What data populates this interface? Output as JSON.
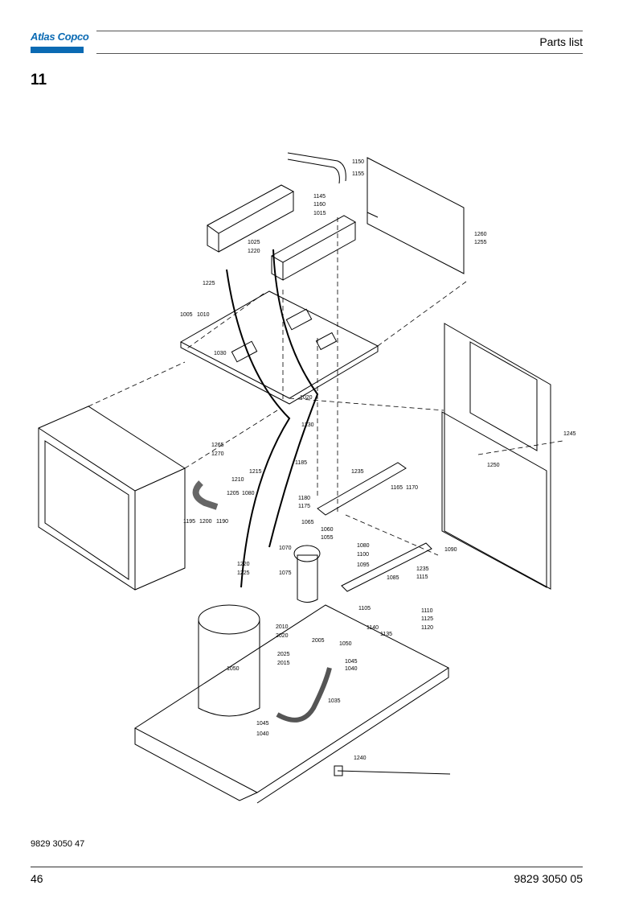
{
  "header": {
    "brand": "Atlas Copco",
    "title": "Parts list"
  },
  "section": {
    "number": "11"
  },
  "diagram": {
    "part_labels": [
      {
        "id": "1150"
      },
      {
        "id": "1155"
      },
      {
        "id": "1145"
      },
      {
        "id": "1160"
      },
      {
        "id": "1015"
      },
      {
        "id": "1260"
      },
      {
        "id": "1255"
      },
      {
        "id": "1025"
      },
      {
        "id": "1220"
      },
      {
        "id": "1225"
      },
      {
        "id": "1005"
      },
      {
        "id": "1010"
      },
      {
        "id": "1030"
      },
      {
        "id": "1020"
      },
      {
        "id": "1230"
      },
      {
        "id": "1245"
      },
      {
        "id": "1265"
      },
      {
        "id": "1270"
      },
      {
        "id": "1215"
      },
      {
        "id": "1185"
      },
      {
        "id": "1235"
      },
      {
        "id": "1250"
      },
      {
        "id": "1210"
      },
      {
        "id": "1205"
      },
      {
        "id": "1080"
      },
      {
        "id": "1165"
      },
      {
        "id": "1170"
      },
      {
        "id": "1180"
      },
      {
        "id": "1175"
      },
      {
        "id": "1195"
      },
      {
        "id": "1200"
      },
      {
        "id": "1190"
      },
      {
        "id": "1065"
      },
      {
        "id": "1060"
      },
      {
        "id": "1055"
      },
      {
        "id": "1080"
      },
      {
        "id": "1100"
      },
      {
        "id": "1090"
      },
      {
        "id": "1070"
      },
      {
        "id": "1075"
      },
      {
        "id": "1095"
      },
      {
        "id": "1220"
      },
      {
        "id": "1225"
      },
      {
        "id": "1085"
      },
      {
        "id": "1235"
      },
      {
        "id": "1115"
      },
      {
        "id": "1105"
      },
      {
        "id": "1110"
      },
      {
        "id": "1125"
      },
      {
        "id": "1140"
      },
      {
        "id": "1120"
      },
      {
        "id": "1135"
      },
      {
        "id": "2010"
      },
      {
        "id": "2020"
      },
      {
        "id": "2005"
      },
      {
        "id": "1050"
      },
      {
        "id": "2025"
      },
      {
        "id": "2015"
      },
      {
        "id": "1045"
      },
      {
        "id": "1040"
      },
      {
        "id": "1050"
      },
      {
        "id": "1035"
      },
      {
        "id": "1045"
      },
      {
        "id": "1040"
      },
      {
        "id": "1240"
      }
    ]
  },
  "footer": {
    "doc_id": "9829 3050 47",
    "page_number": "46",
    "page_code": "9829 3050 05"
  }
}
